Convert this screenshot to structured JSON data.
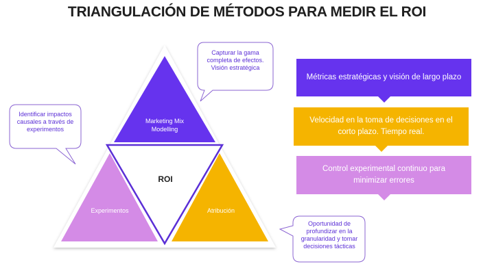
{
  "title": "TRIANGULACIÓN DE MÉTODOS PARA MEDIR EL ROI",
  "colors": {
    "purple": "#6633ee",
    "lilac": "#d48be6",
    "amber": "#f5b400",
    "bubble_border": "#8a63d2",
    "bubble_text": "#5b2fd6"
  },
  "pyramid": {
    "top": "Marketing Mix\nModelling",
    "left": "Experimentos",
    "right": "Atribución",
    "center": "ROI"
  },
  "callouts": {
    "top": "Capturar la gama completa de efectos. Visión estratégica",
    "left": "Identificar impactos causales a través de experimentos",
    "bottom": "Oportunidad de profundizar en la granularidad y tomar decisiones tácticas"
  },
  "banners": [
    {
      "text": "Métricas estratégicas y visión de largo plazo",
      "color": "#6633ee"
    },
    {
      "text": "Velocidad en la toma de decisiones en el corto plazo. Tiempo real.",
      "color": "#f5b400"
    },
    {
      "text": "Control experimental continuo para minimizar errores",
      "color": "#d48be6"
    }
  ]
}
